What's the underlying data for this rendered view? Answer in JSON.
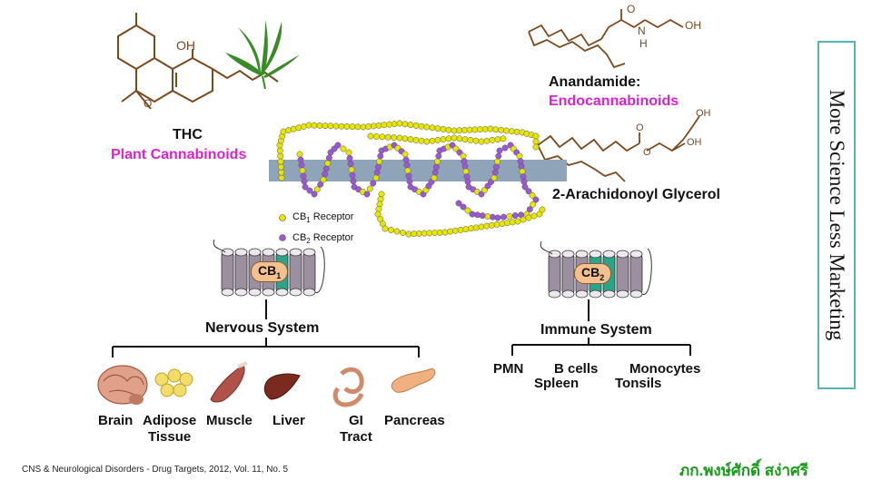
{
  "molecules": {
    "thc": {
      "name": "THC",
      "class": "Plant Cannabinoids",
      "oh": "OH",
      "o": "O"
    },
    "anandamide": {
      "name": "Anandamide:",
      "class": "Endocannabinoids",
      "o": "O",
      "oh": "OH",
      "n": "N",
      "h": "H"
    },
    "two_ag": {
      "name": "2-Arachidonoyl Glycerol",
      "o": "O",
      "o2": "O",
      "oh1": "OH",
      "oh2": "OH"
    }
  },
  "legend": {
    "cb1": {
      "label": "CB",
      "sub": "1",
      "suffix": " Receptor",
      "color": "#e6e600"
    },
    "cb2": {
      "label": "CB",
      "sub": "2",
      "suffix": " Receptor",
      "color": "#9b59d0"
    }
  },
  "receptors": {
    "cb1": {
      "label": "CB",
      "sub": "1"
    },
    "cb2": {
      "label": "CB",
      "sub": "2"
    }
  },
  "nervous": {
    "title": "Nervous System",
    "organs": [
      {
        "name": "Brain",
        "name2": ""
      },
      {
        "name": "Adipose",
        "name2": "Tissue"
      },
      {
        "name": "Muscle",
        "name2": ""
      },
      {
        "name": "Liver",
        "name2": ""
      },
      {
        "name": "GI",
        "name2": "Tract"
      },
      {
        "name": "Pancreas",
        "name2": ""
      }
    ]
  },
  "immune": {
    "title": "Immune System",
    "cells": [
      "PMN",
      "B cells",
      "Spleen",
      "Monocytes",
      "Tonsils"
    ]
  },
  "side_banner": "More Science Less Marketing",
  "citation": "CNS & Neurological Disorders - Drug Targets, 2012,  Vol. 11, No. 5",
  "author": "ภก.พงษ์ศักดิ์ สง่าศรี",
  "colors": {
    "bond": "#7a4a1e",
    "magenta": "#e020d0",
    "membrane": "#8fa4b8",
    "cb1_bead": "#e6e600",
    "cb2_bead": "#9b59d0",
    "helix_body": "#9b8fa0",
    "helix_teal": "#2aa58a",
    "author": "#1a9a1a"
  }
}
